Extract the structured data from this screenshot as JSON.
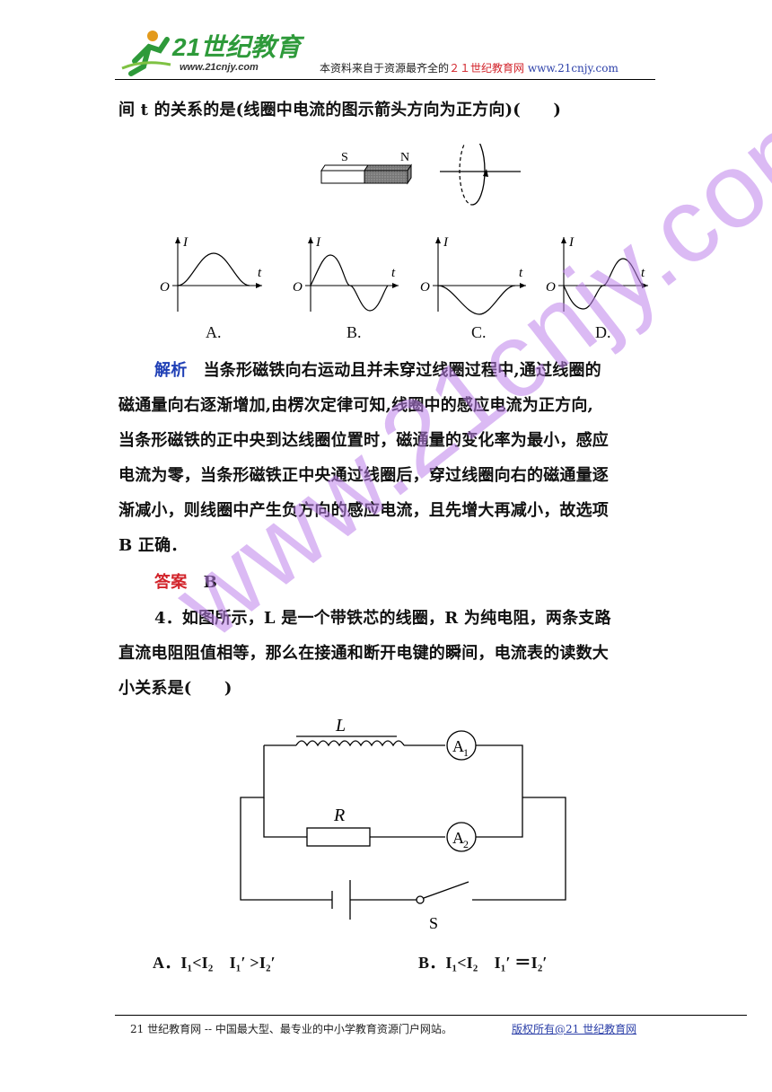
{
  "header": {
    "logo_main": "21世纪教育",
    "logo_url": "www.21cnjy.com",
    "source_prefix": "本资料来自于资源最齐全的",
    "source_site": "２１世纪教育网",
    "source_url": "www.21cnjy.com"
  },
  "q3": {
    "line1": "间 t 的关系的是(线圈中电流的图示箭头方向为正方向)(　　)",
    "magnet_s": "S",
    "magnet_n": "N",
    "graph_axis_y": "I",
    "graph_axis_x": "t",
    "graph_origin": "O",
    "options": [
      "A.",
      "B.",
      "C.",
      "D."
    ]
  },
  "analysis": {
    "tag": "解析",
    "lines": [
      "当条形磁铁向右运动且并未穿过线圈过程中,通过线圈的",
      "磁通量向右逐渐增加,由楞次定律可知,线圈中的感应电流为正方向,",
      "当条形磁铁的正中央到达线圈位置时，磁通量的变化率为最小，感应",
      "电流为零，当条形磁铁正中央通过线圈后，穿过线圈向右的磁通量逐",
      "渐减小，则线圈中产生负方向的感应电流，且先增大再减小，故选项",
      "B 正确．"
    ]
  },
  "answer": {
    "tag": "答案",
    "value": "B"
  },
  "q4": {
    "lines": [
      "4．如图所示，L 是一个带铁芯的线圈，R 为纯电阻，两条支路",
      "直流电阻阻值相等，那么在接通和断开电键的瞬间，电流表的读数大",
      "小关系是(　　)"
    ],
    "circuit": {
      "inductor": "L",
      "resistor": "R",
      "ammeter1": "A",
      "ammeter1_sub": "1",
      "ammeter2": "A",
      "ammeter2_sub": "2",
      "switch": "S"
    },
    "option_a": "A．I₁<I₂　I₁′ >I₂′",
    "option_b": "B．I₁<I₂　I₁′ ＝I₂′"
  },
  "footer": {
    "left": "21 世纪教育网 -- 中国最大型、最专业的中小学教育资源门户网站。",
    "right": "版权所有@21 世纪教育网"
  },
  "watermark": "www.21cnjy.com",
  "colors": {
    "accent_blue": "#1f3fb5",
    "accent_red": "#d2232a",
    "logo_green": "#2e9a3a",
    "watermark": "#be82eb"
  }
}
